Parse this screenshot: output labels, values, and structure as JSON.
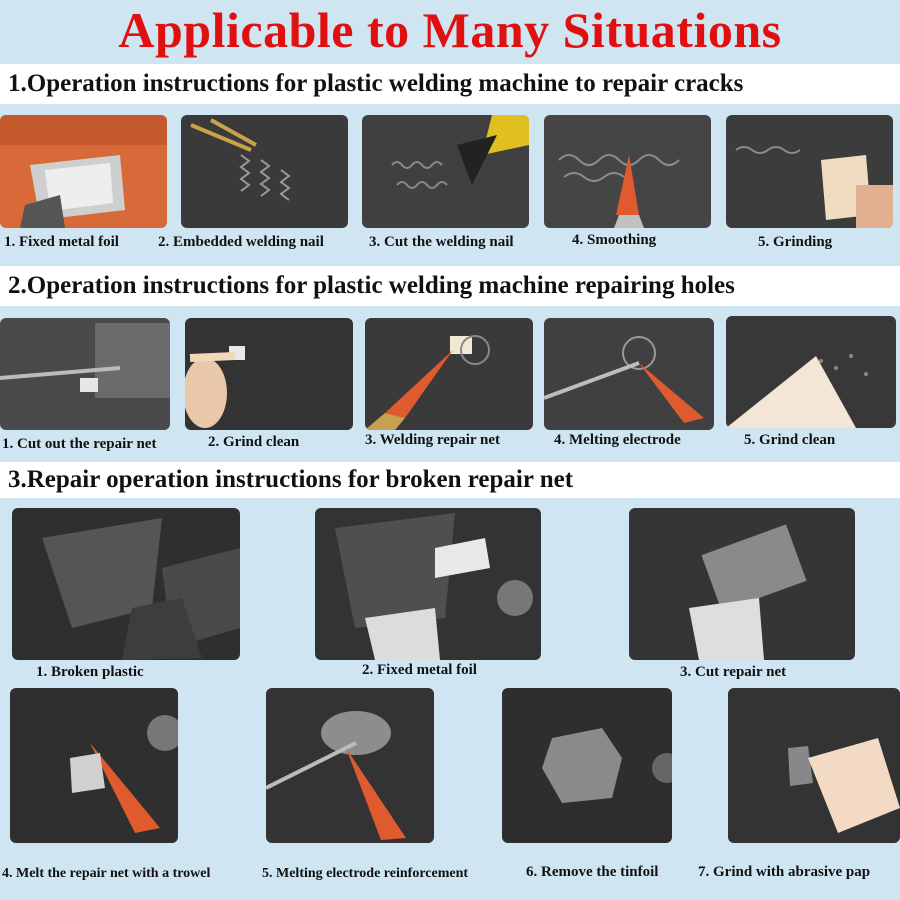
{
  "title": "Applicable to Many Situations",
  "sections": [
    {
      "heading": "1.Operation instructions for plastic welding machine to repair cracks",
      "steps": [
        "1. Fixed metal foil",
        "2. Embedded welding nail",
        "3. Cut the welding nail",
        "4. Smoothing",
        "5. Grinding"
      ]
    },
    {
      "heading": "2.Operation instructions for plastic welding machine repairing holes",
      "steps": [
        "1. Cut out the repair net",
        "2. Grind clean",
        "3. Welding repair net",
        "4. Melting electrode",
        "5. Grind clean"
      ]
    },
    {
      "heading": "3.Repair operation instructions for broken repair net",
      "steps": [
        "1. Broken plastic",
        "2. Fixed metal foil",
        "3. Cut repair net",
        "4. Melt the repair net with a trowel",
        "5. Melting electrode reinforcement",
        "6. Remove the tinfoil",
        "7. Grind with abrasive pap"
      ]
    }
  ],
  "colors": {
    "background": "#cfe6f2",
    "title": "#e01010",
    "band": "#ffffff"
  }
}
